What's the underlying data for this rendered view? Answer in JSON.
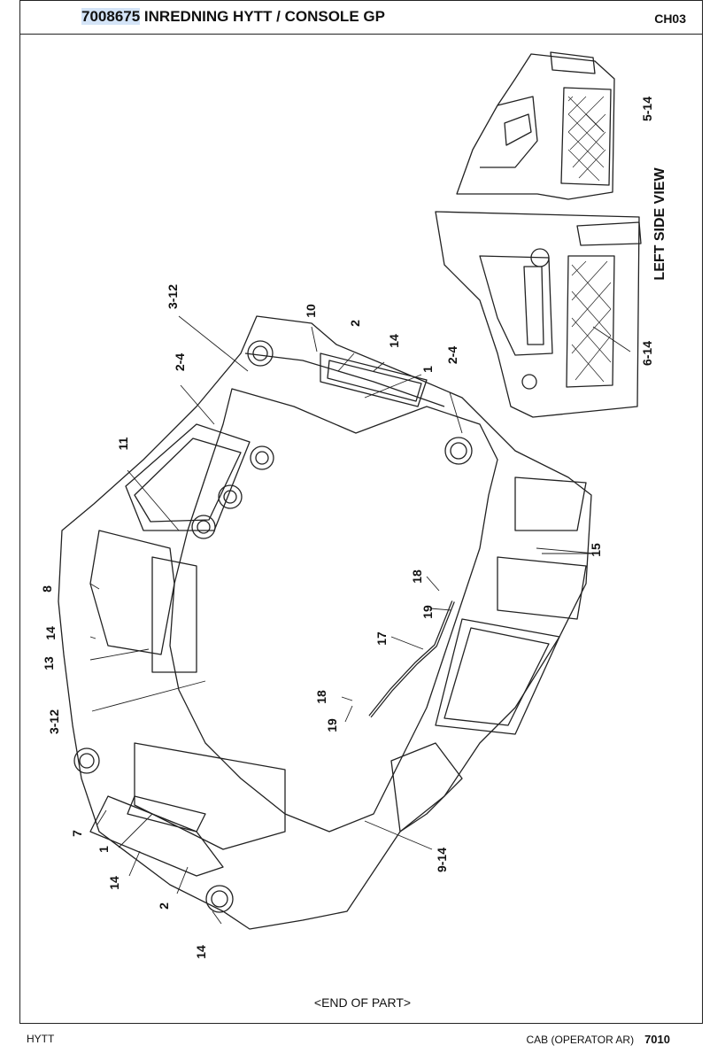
{
  "header": {
    "part_number": "7008675",
    "title": "INREDNING HYTT / CONSOLE GP",
    "chapter": "CH03"
  },
  "side_view_label": "LEFT SIDE VIEW",
  "callouts": {
    "c1a": "3-12",
    "c2a": "10",
    "c3a": "2",
    "c4a": "14",
    "c5a": "1",
    "c6a": "2-4",
    "c7a": "2-4",
    "c8a": "11",
    "c9a": "5-14",
    "c10a": "6-14",
    "c11a": "15",
    "c12a": "18",
    "c13a": "19",
    "c14a": "17",
    "c15a": "8",
    "c16a": "14",
    "c17a": "13",
    "c18a": "3-12",
    "c19a": "18",
    "c20a": "19",
    "c21a": "7",
    "c22a": "1",
    "c23a": "14",
    "c24a": "2",
    "c25a": "14",
    "c26a": "9-14"
  },
  "end_of_part": "<END OF PART>",
  "footer": {
    "left": "HYTT",
    "section": "CAB (OPERATOR AR)",
    "page": "7010"
  }
}
